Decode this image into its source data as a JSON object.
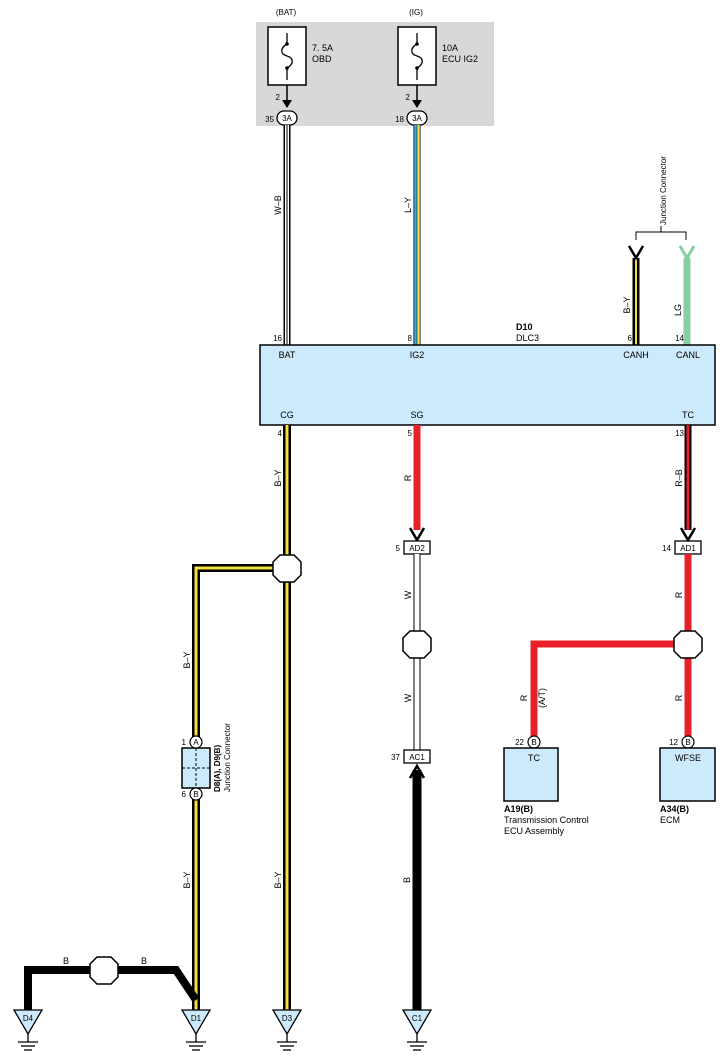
{
  "fuse_box": {
    "bat_label": "(BAT)",
    "ig_label": "(IG)",
    "fuse_obd": {
      "rating": "7. 5A",
      "name": "OBD",
      "pin": "2"
    },
    "fuse_ecu": {
      "rating": "10A",
      "name": "ECU IG2",
      "pin": "2"
    },
    "conn_left": {
      "code": "3A",
      "pin": "35"
    },
    "conn_right": {
      "code": "3A",
      "pin": "18"
    }
  },
  "dlc": {
    "id": "D10",
    "name": "DLC3",
    "top_pins": {
      "bat": {
        "label": "BAT",
        "num": "16"
      },
      "ig2": {
        "label": "IG2",
        "num": "8"
      },
      "canh": {
        "label": "CANH",
        "num": "6"
      },
      "canl": {
        "label": "CANL",
        "num": "14"
      }
    },
    "bottom_pins": {
      "cg": {
        "label": "CG",
        "num": "4"
      },
      "sg": {
        "label": "SG",
        "num": "5"
      },
      "tc": {
        "label": "TC",
        "num": "13"
      }
    }
  },
  "wires": {
    "w_b": "W–B",
    "l_y": "L–Y",
    "b_y_canh": "B–Y",
    "lg": "LG",
    "b_y_cg": "B–Y",
    "r_sg": "R",
    "r_b": "R–B",
    "w_upper": "W",
    "w_lower": "W",
    "b_c1": "B",
    "b_y_left_upper": "B–Y",
    "b_y_left_lower": "B–Y",
    "b_y_d3": "B–Y",
    "r_right_upper": "R",
    "r_right_lower": "R",
    "r_tc": "R",
    "at": "(A/T)",
    "b_left": "B",
    "b_right": "B"
  },
  "junction_connector_top": "Junction Connector",
  "junction": {
    "id": "D8(A), D9(B)",
    "name": "Junction Connector",
    "pin_a": {
      "num": "1",
      "letter": "A"
    },
    "pin_b": {
      "num": "6",
      "letter": "B"
    }
  },
  "connectors": {
    "ad2": {
      "code": "AD2",
      "pin": "5"
    },
    "ad1": {
      "code": "AD1",
      "pin": "14"
    },
    "ac1": {
      "code": "AC1",
      "pin": "37"
    }
  },
  "ecus": {
    "tcm": {
      "pin": "22",
      "letter": "B",
      "terminal": "TC",
      "id": "A19(B)",
      "name_line1": "Transmission Control",
      "name_line2": "ECU Assembly"
    },
    "ecm": {
      "pin": "12",
      "letter": "B",
      "terminal": "WFSE",
      "id": "A34(B)",
      "name_line1": "ECM"
    }
  },
  "grounds": {
    "d4": "D4",
    "d1": "D1",
    "d3": "D3",
    "c1": "C1"
  },
  "colors": {
    "yellow": "#f5e03c",
    "blue": "#3aa7e0",
    "red": "#e8202a",
    "green": "#86cfa0",
    "dlc_fill": "#cdeafc",
    "fuse_box_fill": "#d8d8d8"
  }
}
